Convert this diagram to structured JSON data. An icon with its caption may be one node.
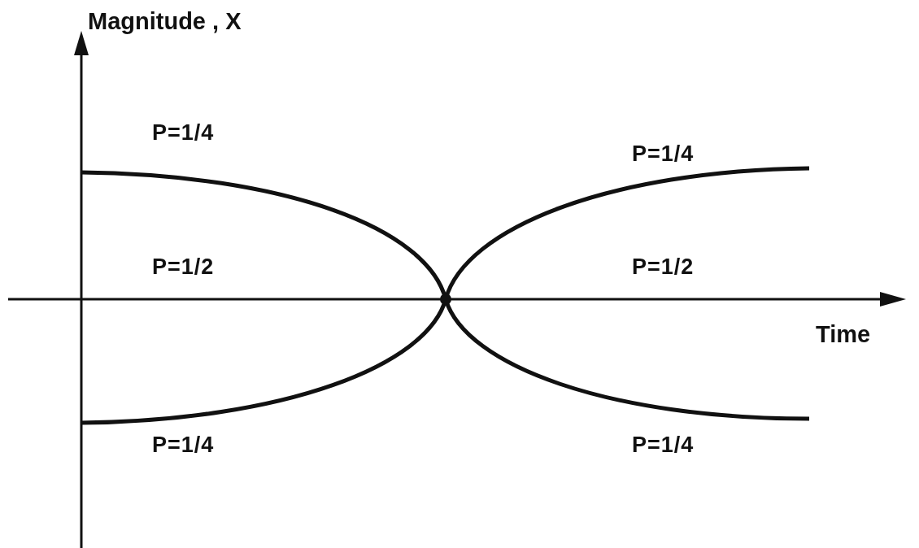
{
  "diagram": {
    "labels": [
      "Magnitude , X",
      "P=1/4",
      "P=1/4",
      "P=1/2",
      "P=1/2",
      "Time",
      "P=1/4",
      "P=1/4"
    ]
  }
}
